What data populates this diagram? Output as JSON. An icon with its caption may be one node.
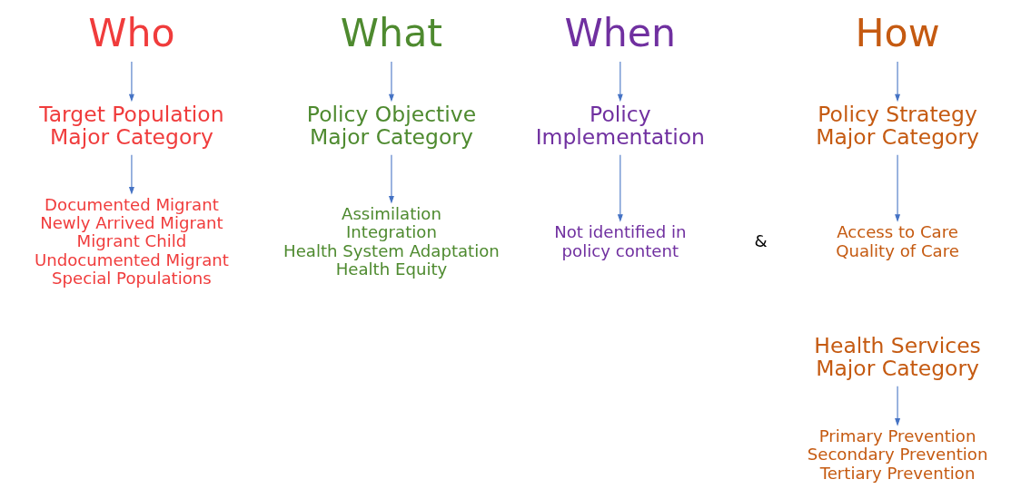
{
  "diagram": {
    "nodes": [
      {
        "text": [
          "Who"
        ]
      },
      {
        "text": [
          "Target Population Major Category"
        ]
      },
      {
        "text": [
          "Documented Migrant",
          "Newly Arrived Migrant",
          "Migrant Child",
          "Undocumented Migrant",
          "Special Populations"
        ]
      },
      {
        "text": [
          "What"
        ]
      },
      {
        "text": [
          "Policy Objective Major Category"
        ]
      },
      {
        "text": [
          "Assimilation",
          "Integration",
          "Health System Adaptation",
          "Health Equity"
        ]
      },
      {
        "text": [
          "When"
        ]
      },
      {
        "text": [
          "Policy Implementation"
        ]
      },
      {
        "text": [
          "Not identified in policy content"
        ]
      },
      {
        "text": [
          "How"
        ]
      },
      {
        "text": [
          "Policy Strategy Major Category"
        ]
      },
      {
        "text": [
          "Access to Care",
          "Quality of Care"
        ]
      },
      {
        "text": [
          "Health Services Major Category"
        ]
      },
      {
        "text": [
          "Primary Prevention",
          "Secondary Prevention",
          "Tertiary Prevention"
        ]
      }
    ],
    "edges": [
      {
        "from": 0,
        "to": 1,
        "arrow": "to"
      },
      {
        "from": 1,
        "to": 2,
        "arrow": "to"
      },
      {
        "from": 3,
        "to": 4,
        "arrow": "to"
      },
      {
        "from": 4,
        "to": 5,
        "arrow": "to"
      },
      {
        "from": 6,
        "to": 7,
        "arrow": "to"
      },
      {
        "from": 7,
        "to": 8,
        "arrow": "to"
      },
      {
        "from": 9,
        "to": 10,
        "arrow": "to"
      },
      {
        "from": 10,
        "to": 11,
        "arrow": "to"
      },
      {
        "from": 12,
        "to": 13,
        "arrow": "to"
      }
    ],
    "labels": [
      "&"
    ]
  }
}
